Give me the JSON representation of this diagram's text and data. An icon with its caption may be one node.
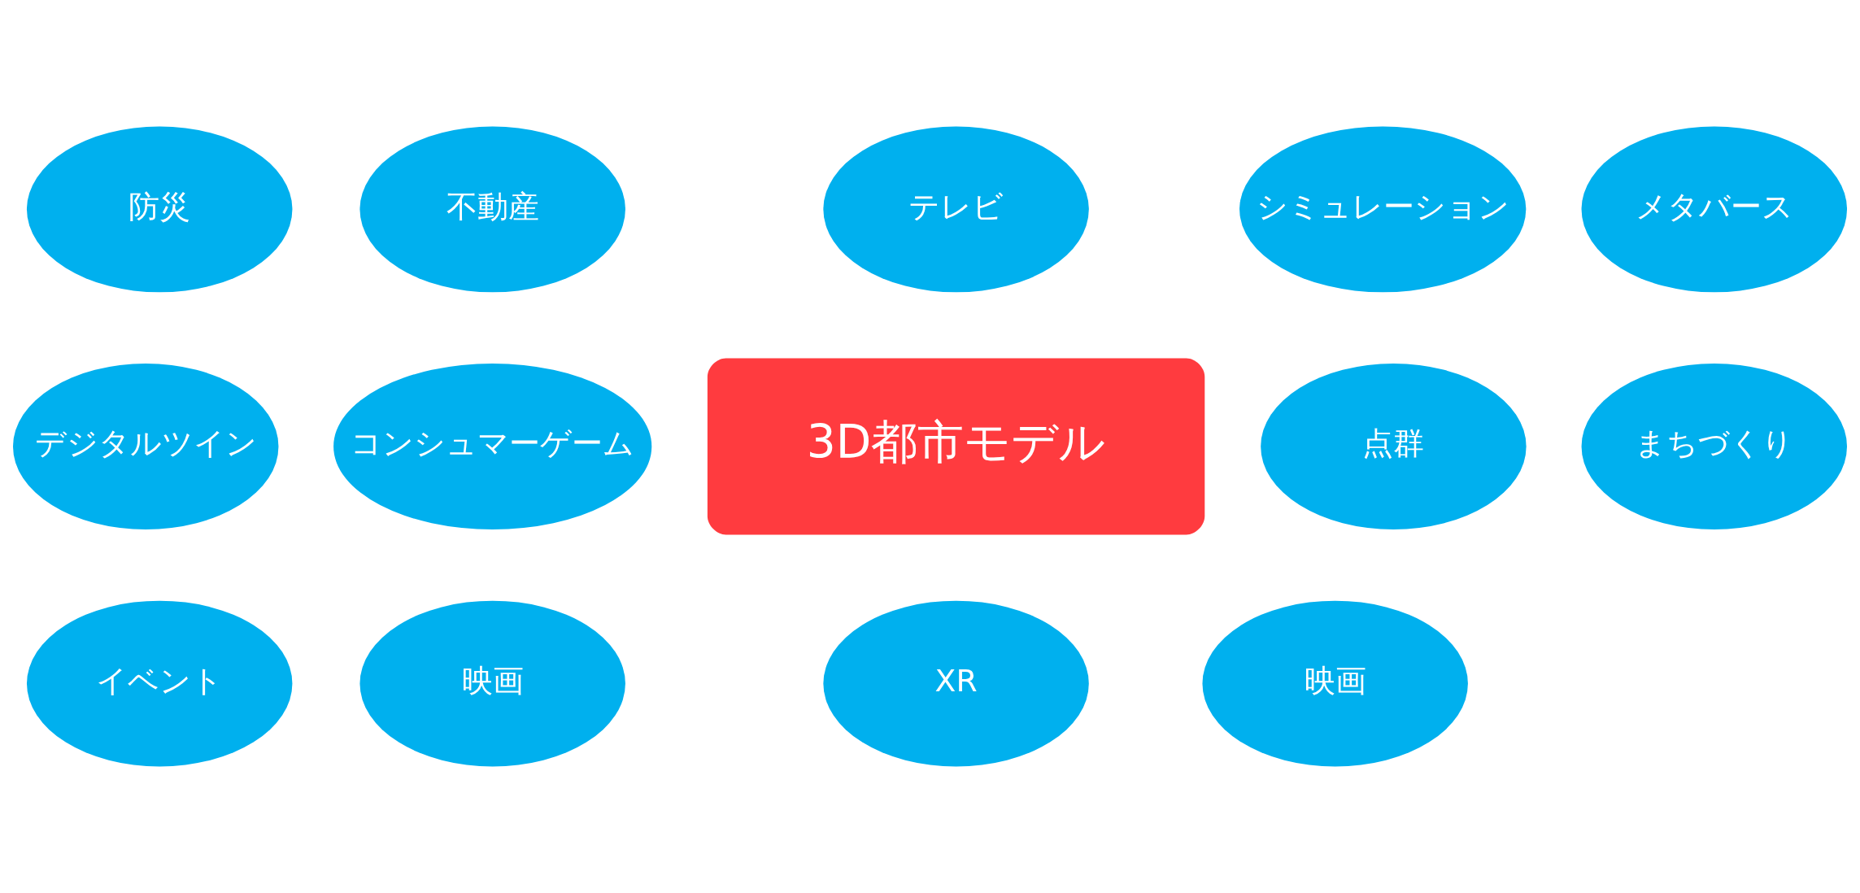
{
  "diagram": {
    "nodes": [
      {
        "text": [
          "不動産"
        ]
      },
      {
        "text": [
          "シミュレーション"
        ]
      },
      {
        "text": [
          "防災"
        ]
      },
      {
        "text": [
          "テレビ"
        ]
      },
      {
        "text": [
          "メタバース"
        ]
      },
      {
        "text": [
          "デジタルツイン"
        ]
      },
      {
        "text": [
          "コンシュマーゲーム"
        ]
      },
      {
        "text": [
          "3D都市モデル"
        ]
      },
      {
        "text": [
          "点群"
        ]
      },
      {
        "text": [
          "まちづくり"
        ]
      },
      {
        "text": [
          "映画"
        ]
      },
      {
        "text": [
          "イベント"
        ]
      },
      {
        "text": [
          "映画"
        ]
      },
      {
        "text": [
          "XR"
        ]
      }
    ],
    "edges": []
  }
}
